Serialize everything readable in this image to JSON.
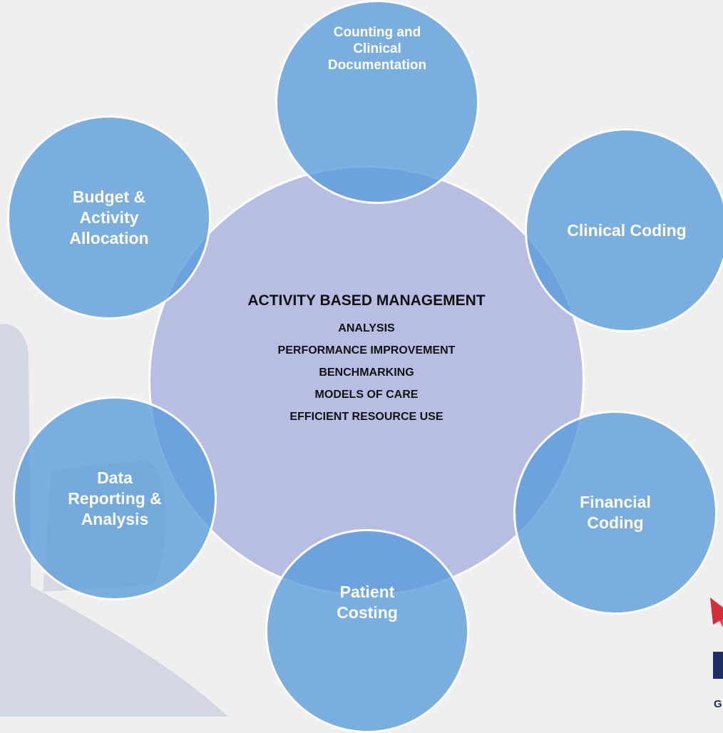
{
  "center": {
    "title": "ACTIVITY BASED MANAGEMENT",
    "items": [
      "ANALYSIS",
      "PERFORMANCE IMPROVEMENT",
      "BENCHMARKING",
      "MODELS OF CARE",
      "EFFICIENT RESOURCE USE"
    ]
  },
  "satellites": [
    {
      "id": "counting",
      "label": "Counting and\nClinical\nDocumentation"
    },
    {
      "id": "clinical-coding",
      "label": "Clinical Coding"
    },
    {
      "id": "financial-coding",
      "label": "Financial\nCoding"
    },
    {
      "id": "patient-costing",
      "label": "Patient\nCosting"
    },
    {
      "id": "data-reporting",
      "label": "Data\nReporting &\nAnalysis"
    },
    {
      "id": "budget",
      "label": "Budget &\nActivity\nAllocation"
    }
  ],
  "colors": {
    "background": "#efefef",
    "center_fill": "#b8bde4",
    "satellite_fill": "#589bda",
    "satellite_text": "#ffffff",
    "center_text": "#111111",
    "logo_red": "#d42e3c",
    "logo_navy": "#1f2f63"
  },
  "logo": {
    "text": "G",
    "icon": "organization-logo"
  }
}
